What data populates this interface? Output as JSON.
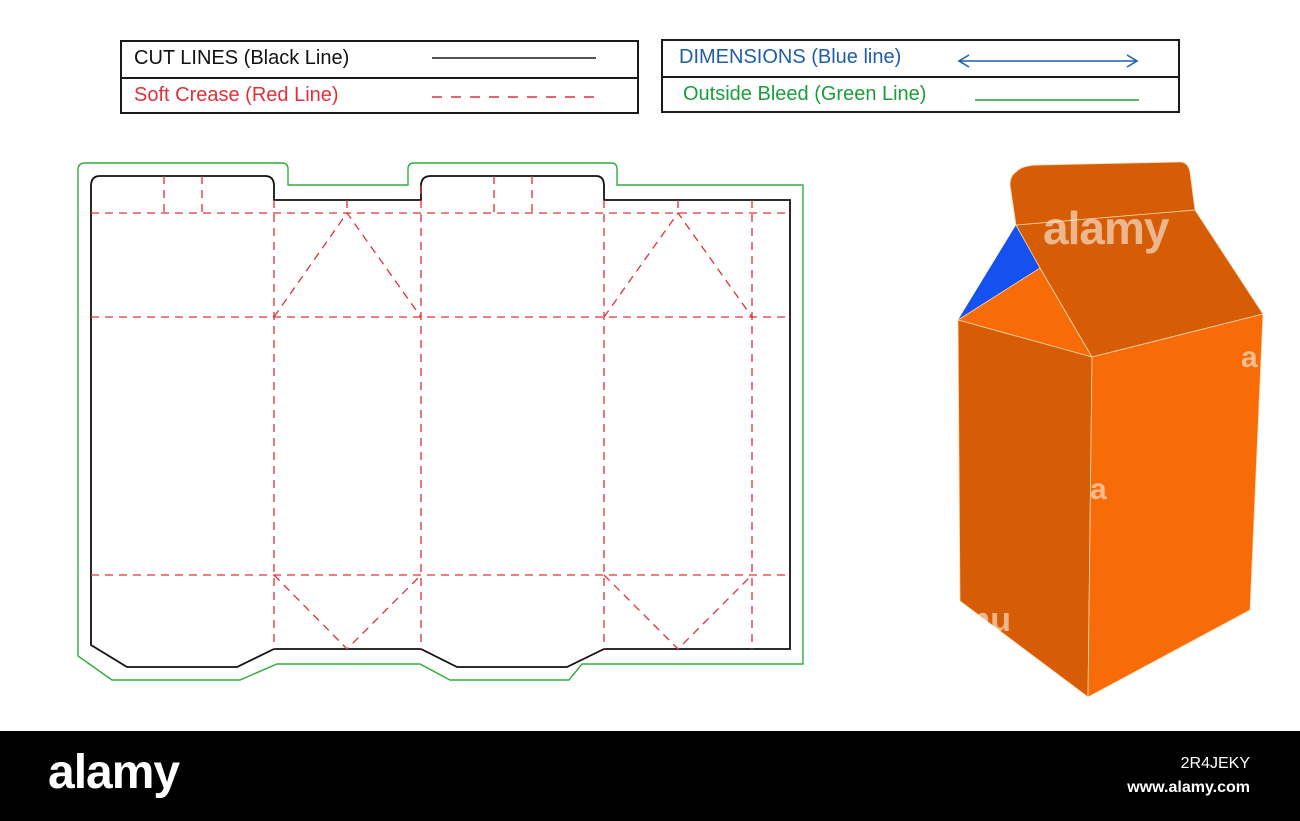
{
  "legend": {
    "cut_lines": {
      "label": "CUT LINES (Black Line)",
      "color": "#1a1a1a"
    },
    "soft_crease": {
      "label": "Soft Crease (Red Line)",
      "color": "#e0303a"
    },
    "dimensions": {
      "label": "DIMENSIONS (Blue line)",
      "color": "#1f5ea8"
    },
    "outside_bleed": {
      "label": "Outside Bleed (Green Line)",
      "color": "#1a9e3c"
    }
  },
  "colors": {
    "box_front": "#f76b08",
    "box_side": "#d65d05",
    "box_top": "#d65d05",
    "box_inner": "#1550f0",
    "bleed": "#2fae3c",
    "crease": "#e0303a",
    "cut": "#111111"
  },
  "watermark": {
    "main": "alamy",
    "fragment_a": "a",
    "fragment_b": "a",
    "fragment_c": "mu"
  },
  "footer": {
    "logo": "alamy",
    "image_id": "2R4JEKY",
    "url": "www.alamy.com"
  }
}
